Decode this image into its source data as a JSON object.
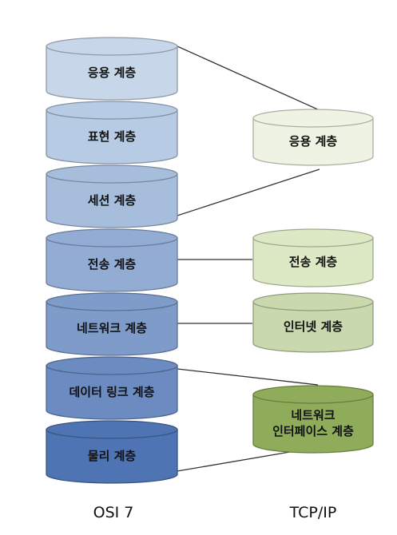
{
  "columns": {
    "left_title": "OSI 7",
    "right_title": "TCP/IP"
  },
  "osi_layers": [
    {
      "label": "응용 계층",
      "color": "#c8d6ea"
    },
    {
      "label": "표현 계층",
      "color": "#b8cbe4"
    },
    {
      "label": "세션 계층",
      "color": "#a6bddc"
    },
    {
      "label": "전송 계층",
      "color": "#93acd3"
    },
    {
      "label": "네트워크 계층",
      "color": "#7f9bc9"
    },
    {
      "label": "데이터 링크 계층",
      "color": "#6c8bc1"
    },
    {
      "label": "물리 계층",
      "color": "#4f74b3"
    }
  ],
  "tcpip_layers": [
    {
      "lines": [
        "응용 계층"
      ],
      "color": "#eef3e3"
    },
    {
      "lines": [
        "전송 계층"
      ],
      "color": "#dde9c4"
    },
    {
      "lines": [
        "인터넷 계층"
      ],
      "color": "#c9d8ae"
    },
    {
      "lines": [
        "네트워크",
        "인터페이스 계층"
      ],
      "color": "#8fac5a"
    }
  ]
}
